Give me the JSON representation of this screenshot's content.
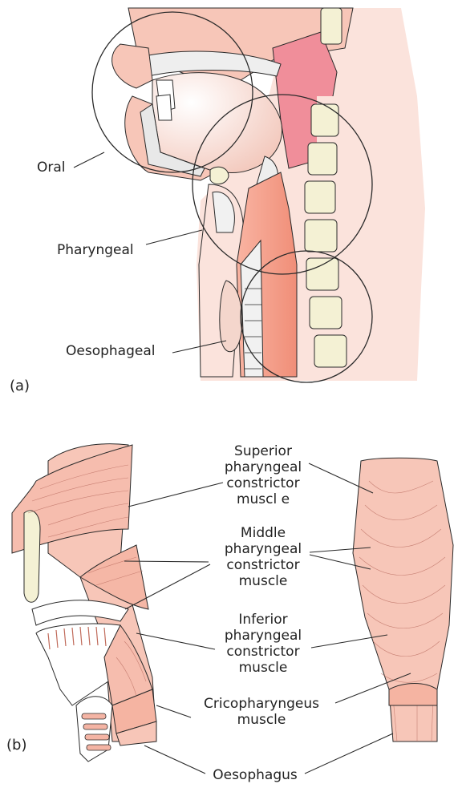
{
  "panel_a": {
    "marker": "(a)",
    "labels": {
      "oral": "Oral",
      "pharyngeal": "Pharyngeal",
      "oesophageal": "Oesophageal"
    }
  },
  "panel_b": {
    "marker": "(b)",
    "labels": {
      "superior": [
        "Superior",
        "pharyngeal",
        "constrictor",
        "muscl e"
      ],
      "middle": [
        "Middle",
        "pharyngeal",
        "constrictor",
        "muscle"
      ],
      "inferior": [
        "Inferior",
        "pharyngeal",
        "constrictor",
        "muscle"
      ],
      "cricopharyngeus": [
        "Cricopharyngeus",
        "muscle"
      ],
      "oesophagus": "Oesophagus"
    }
  },
  "colors": {
    "tissue_light": "#fbe3dc",
    "tissue_mid": "#f7c6b8",
    "tissue_dark": "#ee9a86",
    "pharynx_wall": "#f4a08c",
    "vertebra": "#f4f1d4",
    "outline": "#2a2a2a"
  }
}
